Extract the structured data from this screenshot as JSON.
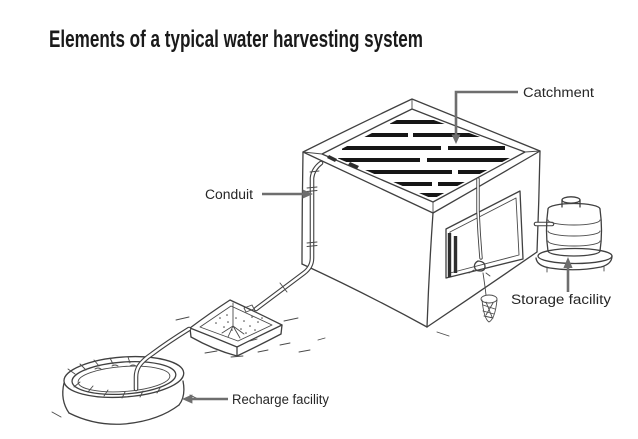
{
  "title": "Elements of a typical water harvesting system",
  "labels": {
    "catchment": "Catchment",
    "conduit": "Conduit",
    "storage_facility": "Storage facility",
    "recharge_facility": "Recharge facility"
  },
  "colors": {
    "background": "#ffffff",
    "drawing_ink": "#404040",
    "roof_stripe": "#161616",
    "leader_line": "#6e6e6e",
    "label_text": "#262626",
    "title_text": "#1a1a1a"
  }
}
